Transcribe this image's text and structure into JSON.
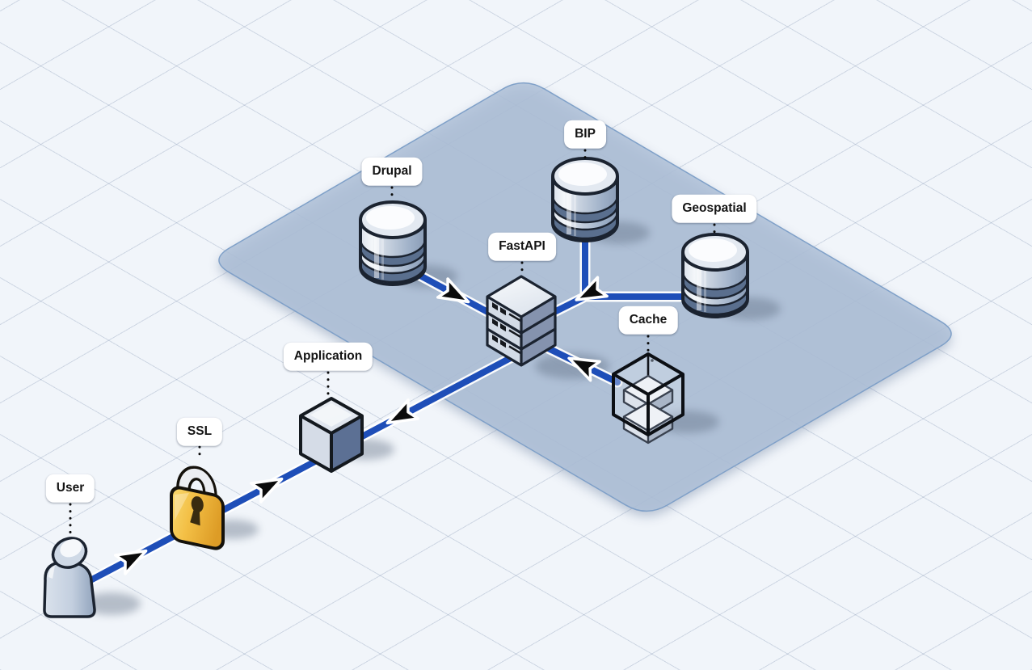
{
  "diagram": {
    "type": "isometric-architecture-diagram",
    "nodes": [
      {
        "id": "user",
        "label": "User",
        "icon": "person-icon"
      },
      {
        "id": "ssl",
        "label": "SSL",
        "icon": "padlock-icon"
      },
      {
        "id": "application",
        "label": "Application",
        "icon": "cube-icon"
      },
      {
        "id": "fastapi",
        "label": "FastAPI",
        "icon": "server-stack-icon"
      },
      {
        "id": "drupal",
        "label": "Drupal",
        "icon": "database-icon"
      },
      {
        "id": "bip",
        "label": "BIP",
        "icon": "database-icon"
      },
      {
        "id": "geospatial",
        "label": "Geospatial",
        "icon": "database-icon"
      },
      {
        "id": "cache",
        "label": "Cache",
        "icon": "glass-cube-icon"
      }
    ],
    "connections": [
      {
        "from": "user",
        "to": "ssl",
        "arrow_points_to": "ssl"
      },
      {
        "from": "ssl",
        "to": "application",
        "arrow_points_to": "application"
      },
      {
        "from": "fastapi",
        "to": "application",
        "arrow_points_to": "application"
      },
      {
        "from": "drupal",
        "to": "fastapi",
        "arrow_points_to": "fastapi"
      },
      {
        "from": "bip",
        "to": "fastapi",
        "arrow_points_to": "fastapi"
      },
      {
        "from": "geospatial",
        "to": "fastapi",
        "arrow_points_to": "fastapi"
      },
      {
        "from": "cache",
        "to": "fastapi",
        "arrow_points_to": "fastapi"
      }
    ],
    "colors": {
      "background": "#f1f5fa",
      "grid_line": "#8a9bb7",
      "plane_fill": "#aebfd7",
      "plane_edge": "#7fa0c8",
      "connector_blue": "#1e4eb8",
      "arrow_black": "#0b0b0b",
      "outline_dark": "#1b2330",
      "label_background": "#ffffff",
      "label_text": "#141414",
      "lock_gold": "#f3bf45",
      "icon_steel_light": "#d5dce7",
      "icon_steel_dark": "#5c7094"
    }
  }
}
